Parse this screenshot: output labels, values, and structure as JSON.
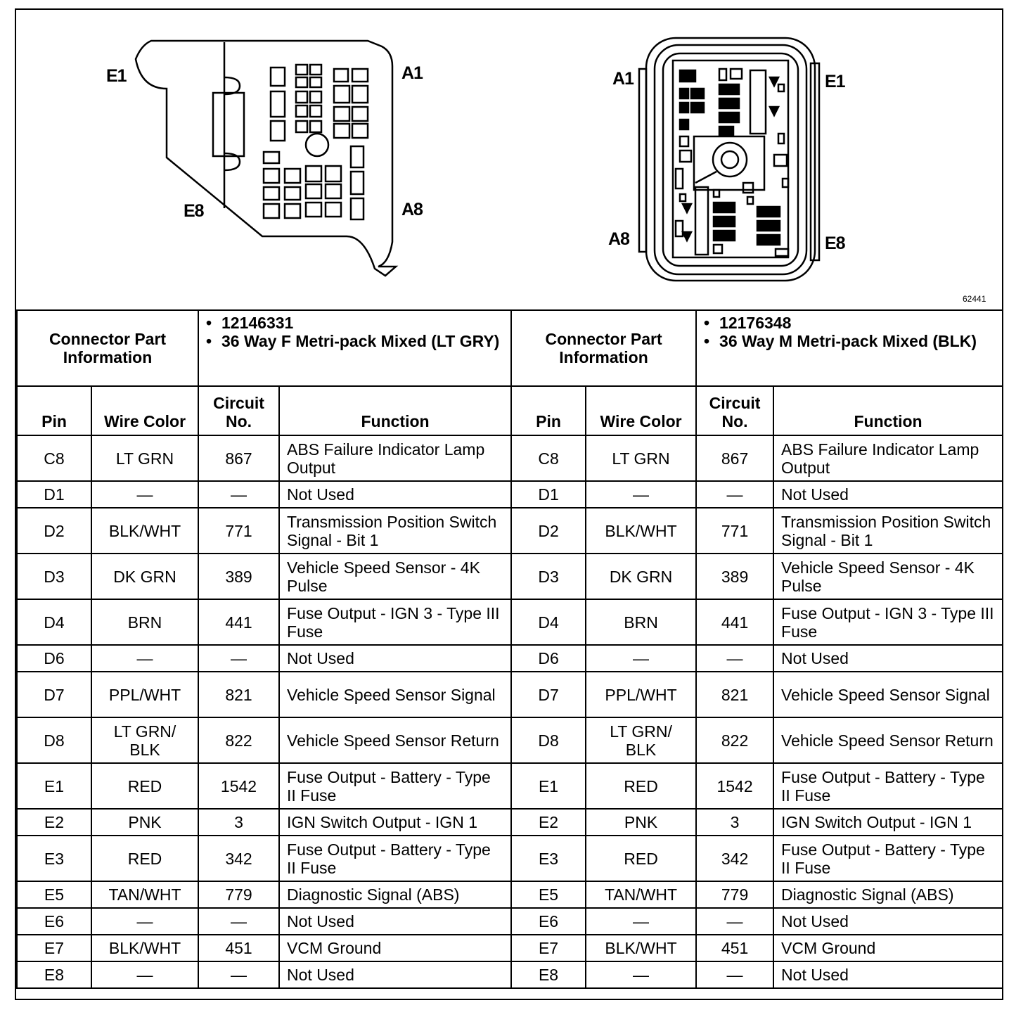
{
  "figure": {
    "id": "62441",
    "left_connector": {
      "labels": {
        "e1": "E1",
        "a1": "A1",
        "e8": "E8",
        "a8": "A8"
      }
    },
    "right_connector": {
      "labels": {
        "a1": "A1",
        "e1": "E1",
        "a8": "A8",
        "e8": "E8"
      }
    }
  },
  "connectors": [
    {
      "info_label": "Connector Part Information",
      "part_number": "12146331",
      "description": "36 Way F Metri-pack Mixed (LT GRY)"
    },
    {
      "info_label": "Connector Part Information",
      "part_number": "12176348",
      "description": "36 Way M Metri-pack Mixed (BLK)"
    }
  ],
  "headers": {
    "left": {
      "pin": "Pin",
      "wire": "Wire Color",
      "circuit": "Circuit No.",
      "function": "Function"
    },
    "right": {
      "pin": "Pin",
      "wire": "Wire Color",
      "circuit": "Circuit No.",
      "function": "Function"
    }
  },
  "rows": [
    {
      "pin": "C8",
      "wire": "LT GRN",
      "circuit": "867",
      "function": "ABS Failure Indicator Lamp Output"
    },
    {
      "pin": "D1",
      "wire": "—",
      "circuit": "—",
      "function": "Not Used"
    },
    {
      "pin": "D2",
      "wire": "BLK/WHT",
      "circuit": "771",
      "function": "Transmission Position Switch Signal - Bit 1"
    },
    {
      "pin": "D3",
      "wire": "DK GRN",
      "circuit": "389",
      "function": "Vehicle Speed Sensor - 4K Pulse"
    },
    {
      "pin": "D4",
      "wire": "BRN",
      "circuit": "441",
      "function": "Fuse Output - IGN 3 - Type III Fuse"
    },
    {
      "pin": "D6",
      "wire": "—",
      "circuit": "—",
      "function": "Not Used"
    },
    {
      "pin": "D7",
      "wire": "PPL/WHT",
      "circuit": "821",
      "function": "Vehicle Speed Sensor Signal"
    },
    {
      "pin": "D8",
      "wire": "LT GRN/ BLK",
      "circuit": "822",
      "function": "Vehicle Speed Sensor Return"
    },
    {
      "pin": "E1",
      "wire": "RED",
      "circuit": "1542",
      "function": "Fuse Output - Battery - Type II Fuse"
    },
    {
      "pin": "E2",
      "wire": "PNK",
      "circuit": "3",
      "function": "IGN Switch Output - IGN 1"
    },
    {
      "pin": "E3",
      "wire": "RED",
      "circuit": "342",
      "function": "Fuse Output - Battery - Type II Fuse"
    },
    {
      "pin": "E5",
      "wire": "TAN/WHT",
      "circuit": "779",
      "function": "Diagnostic Signal (ABS)"
    },
    {
      "pin": "E6",
      "wire": "—",
      "circuit": "—",
      "function": "Not Used"
    },
    {
      "pin": "E7",
      "wire": "BLK/WHT",
      "circuit": "451",
      "function": "VCM Ground"
    },
    {
      "pin": "E8",
      "wire": "—",
      "circuit": "—",
      "function": "Not Used"
    }
  ]
}
